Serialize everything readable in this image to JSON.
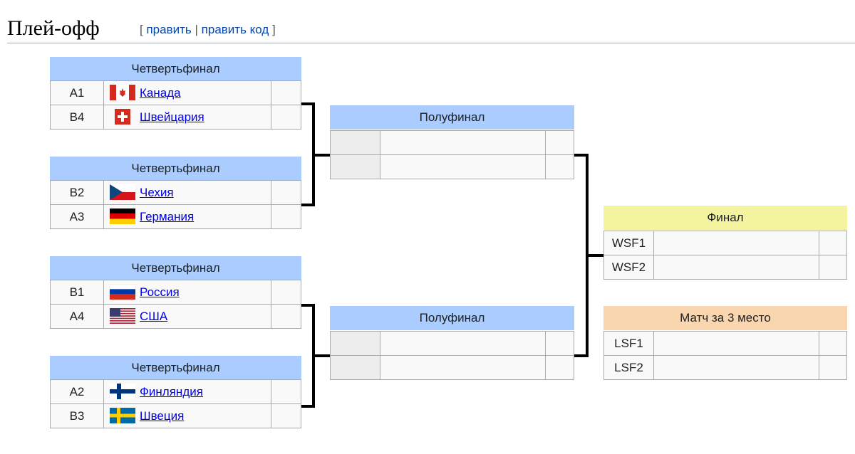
{
  "section": {
    "title": "Плей-офф",
    "edit_open": "[",
    "edit_label": "править",
    "edit_sep": "|",
    "edit_code_label": "править код",
    "edit_close": "]"
  },
  "quarterfinals": [
    {
      "label": "Четвертьфинал",
      "teams": [
        {
          "seed": "A1",
          "name": "Канада",
          "flag": "canada-flag-icon",
          "score": ""
        },
        {
          "seed": "B4",
          "name": "Швейцария",
          "flag": "switzerland-flag-icon",
          "score": ""
        }
      ]
    },
    {
      "label": "Четвертьфинал",
      "teams": [
        {
          "seed": "B2",
          "name": "Чехия",
          "flag": "czech-flag-icon",
          "score": ""
        },
        {
          "seed": "A3",
          "name": "Германия",
          "flag": "germany-flag-icon",
          "score": ""
        }
      ]
    },
    {
      "label": "Четвертьфинал",
      "teams": [
        {
          "seed": "B1",
          "name": "Россия",
          "flag": "russia-flag-icon",
          "score": ""
        },
        {
          "seed": "A4",
          "name": "США",
          "flag": "usa-flag-icon",
          "score": ""
        }
      ]
    },
    {
      "label": "Четвертьфинал",
      "teams": [
        {
          "seed": "A2",
          "name": "Финляндия",
          "flag": "finland-flag-icon",
          "score": ""
        },
        {
          "seed": "B3",
          "name": "Швеция",
          "flag": "sweden-flag-icon",
          "score": ""
        }
      ]
    }
  ],
  "semifinals": [
    {
      "label": "Полуфинал",
      "teams": [
        {
          "seed": "",
          "name": "",
          "score": ""
        },
        {
          "seed": "",
          "name": "",
          "score": ""
        }
      ]
    },
    {
      "label": "Полуфинал",
      "teams": [
        {
          "seed": "",
          "name": "",
          "score": ""
        },
        {
          "seed": "",
          "name": "",
          "score": ""
        }
      ]
    }
  ],
  "final": {
    "label": "Финал",
    "teams": [
      {
        "seed": "WSF1",
        "name": "",
        "score": ""
      },
      {
        "seed": "WSF2",
        "name": "",
        "score": ""
      }
    ]
  },
  "third_place": {
    "label": "Матч за 3 место",
    "teams": [
      {
        "seed": "LSF1",
        "name": "",
        "score": ""
      },
      {
        "seed": "LSF2",
        "name": "",
        "score": ""
      }
    ]
  },
  "colors": {
    "header_blue": "#aaccff",
    "header_final": "#f4f4a0",
    "header_third": "#fad6b0",
    "link": "#0645ad",
    "connector": "#000000"
  }
}
